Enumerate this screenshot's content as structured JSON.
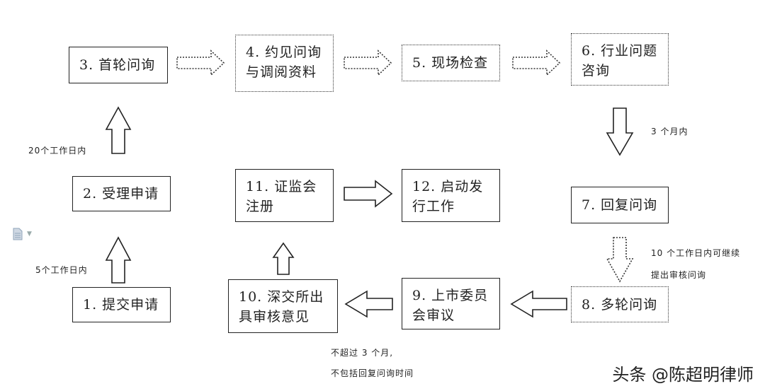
{
  "boxes": {
    "b1": "1. 提交申请",
    "b2": "2. 受理申请",
    "b3": "3. 首轮问询",
    "b4a": "4. 约见问询",
    "b4b": "与调阅资料",
    "b5": "5. 现场检查",
    "b6a": "6. 行业问题",
    "b6b": "咨询",
    "b7": "7. 回复问询",
    "b8": "8. 多轮问询",
    "b9a": "9. 上市委员",
    "b9b": "会审议",
    "b10a": "10. 深交所出",
    "b10b": "具审核意见",
    "b11a": "11. 证监会",
    "b11b": "注册",
    "b12a": "12. 启动发",
    "b12b": "行工作"
  },
  "notes": {
    "n1": "5个工作日内",
    "n2": "20个工作日内",
    "n3": "3 个月内",
    "n4a": "10 个工作日内可继续",
    "n4b": "提出审核问询",
    "n5a": "不超过 3 个月,",
    "n5b": "不包括回复问询时间"
  },
  "watermark": "头条 @陈超明律师",
  "icons": {
    "doc": "document-icon",
    "caret": "dropdown-caret-icon"
  }
}
